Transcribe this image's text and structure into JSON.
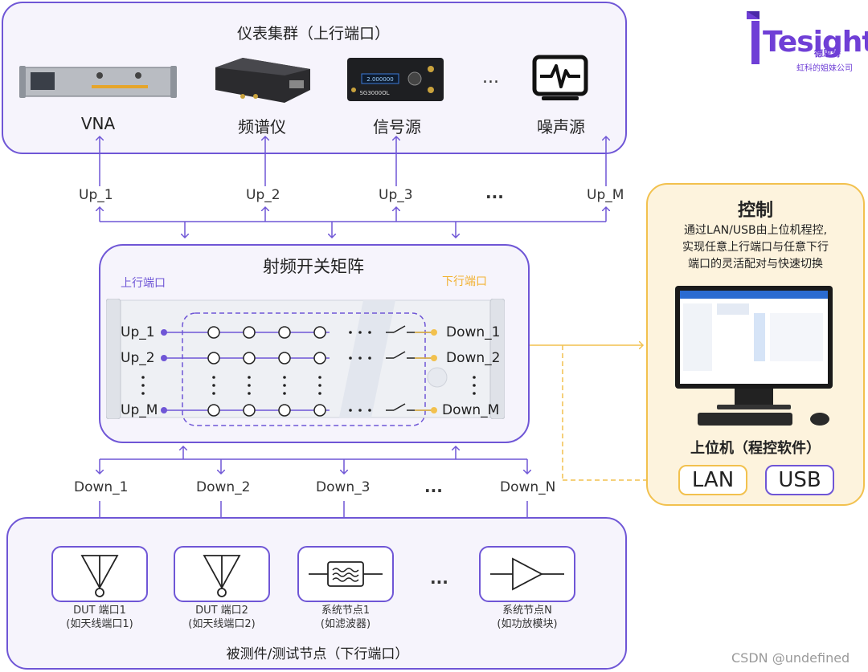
{
  "logo": {
    "brand": "Tesight",
    "cn": "德思特",
    "tagline": "虹科的姐妹公司"
  },
  "instruments": {
    "title": "仪表集群（上行端口）",
    "devices": [
      {
        "name": "VNA",
        "icon": "vna-device"
      },
      {
        "name": "频谱仪",
        "icon": "spectrum-analyzer-device"
      },
      {
        "name": "信号源",
        "icon": "signal-generator-device"
      },
      {
        "name": "噪声源",
        "icon": "noise-source-monitor-icon"
      }
    ],
    "signal_gen_screen": "2.000000",
    "signal_gen_model": "SG3000OL",
    "ellipsis": "..."
  },
  "up_ports": [
    "Up_1",
    "Up_2",
    "Up_3",
    "Up_M"
  ],
  "up_ellipsis": "...",
  "matrix": {
    "title": "射频开关矩阵",
    "uplabel": "上行端口",
    "downlabel": "下行端口",
    "rows_left": [
      "Up_1",
      "Up_2",
      "Up_M"
    ],
    "rows_right": [
      "Down_1",
      "Down_2",
      "Down_M"
    ]
  },
  "control": {
    "title": "控制",
    "desc_lines": [
      "通过LAN/USB由上位机程控,",
      "实现任意上行端口与任意下行",
      "端口的灵活配对与快速切换"
    ],
    "pc_label": "上位机（程控软件）",
    "lan": "LAN",
    "usb": "USB"
  },
  "down_ports": [
    "Down_1",
    "Down_2",
    "Down_3",
    "Down_N"
  ],
  "down_ellipsis": "...",
  "dut": {
    "title": "被测件/测试节点（下行端口）",
    "nodes": [
      {
        "line1": "DUT 端口1",
        "line2": "(如天线端口1)",
        "icon": "antenna-icon"
      },
      {
        "line1": "DUT 端口2",
        "line2": "(如天线端口2)",
        "icon": "antenna-icon"
      },
      {
        "line1": "系统节点1",
        "line2": "(如滤波器)",
        "icon": "filter-icon"
      },
      {
        "line1": "系统节点N",
        "line2": "(如功放模块)",
        "icon": "amplifier-icon"
      }
    ],
    "ellipsis": "..."
  },
  "watermark": "CSDN @undefined",
  "colors": {
    "purple": "#6f56d6",
    "gold": "#f2c14e"
  }
}
